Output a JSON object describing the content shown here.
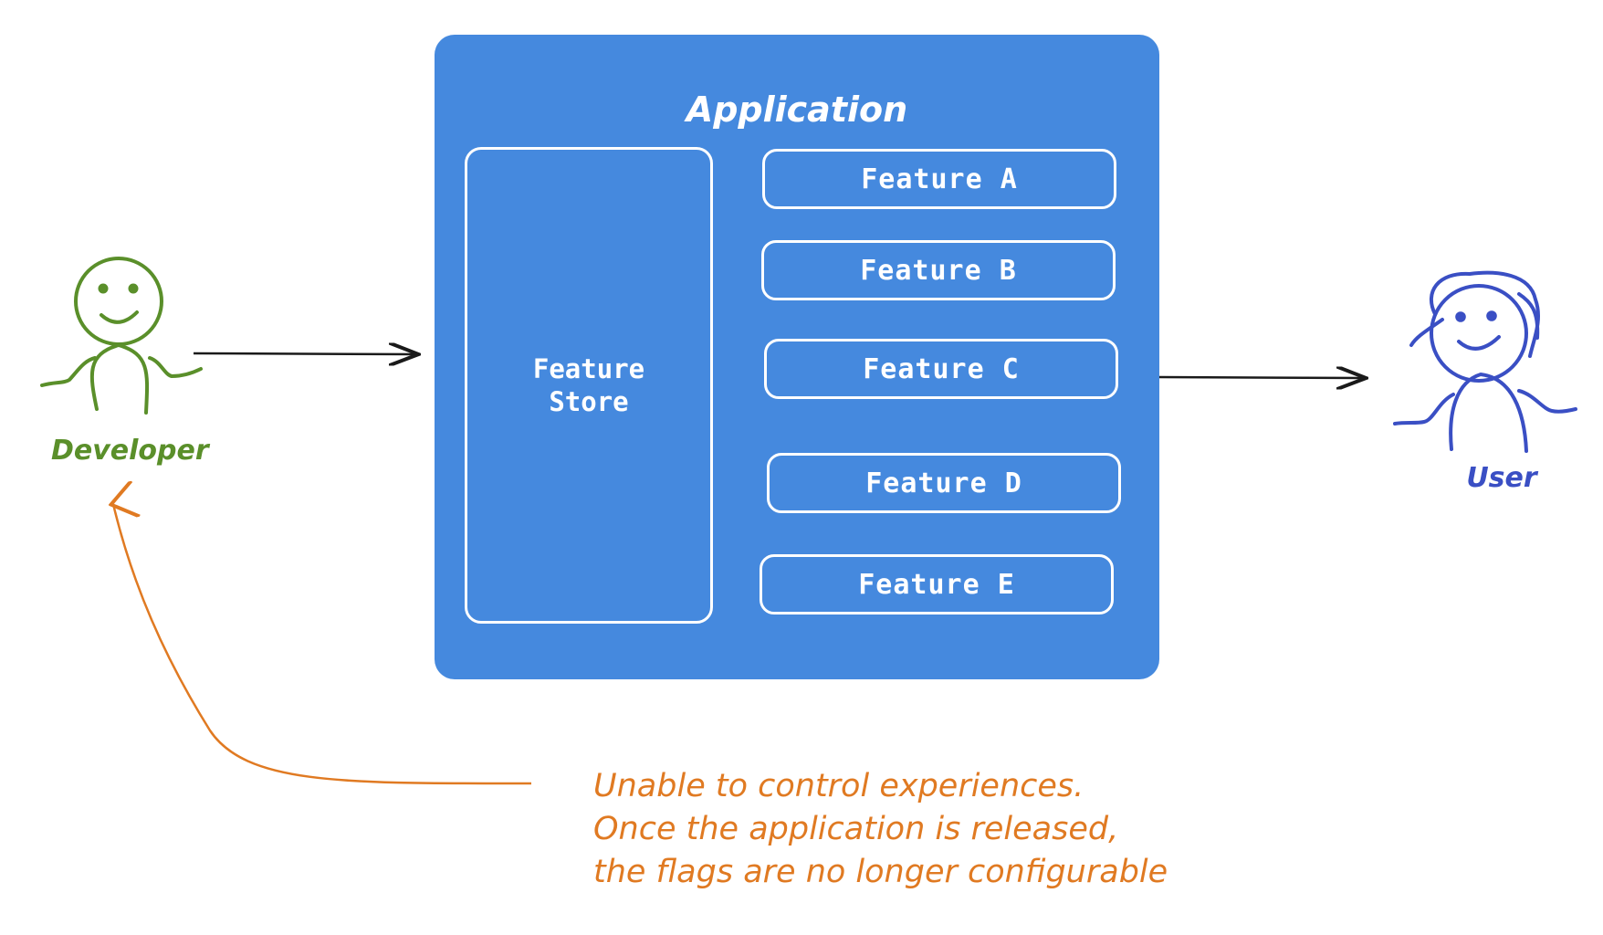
{
  "application": {
    "title": "Application"
  },
  "store": {
    "label": "Feature Store"
  },
  "features": [
    "Feature A",
    "Feature B",
    "Feature C",
    "Feature D",
    "Feature E"
  ],
  "actors": {
    "developer": "Developer",
    "user": "User"
  },
  "note": {
    "lines": [
      "Unable to control experiences.",
      "Once the application is released,",
      "the flags are no longer configurable"
    ]
  },
  "colors": {
    "app_fill": "#4589de",
    "developer": "#5a8f2a",
    "user": "#3a4fc4",
    "note": "#e07a22"
  }
}
